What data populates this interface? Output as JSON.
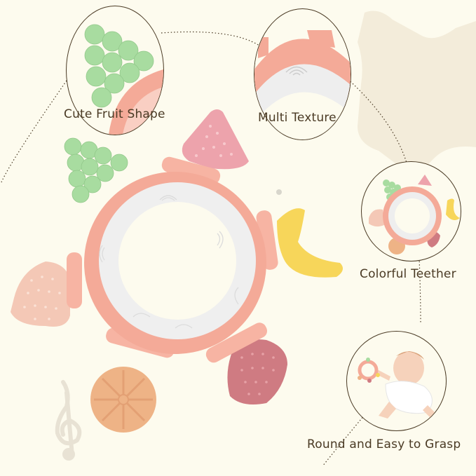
{
  "page": {
    "background_color": "#fdfbee",
    "text_color": "#4a3a24"
  },
  "features": [
    {
      "label": "Cute Fruit Shape",
      "callout_icon": "grape-closeup-icon"
    },
    {
      "label": "Multi Texture",
      "callout_icon": "ring-texture-closeup-icon"
    },
    {
      "label": "Colorful Teether",
      "callout_icon": "teether-full-view-icon"
    },
    {
      "label": "Round and Easy to Grasp",
      "callout_icon": "baby-holding-teether-icon"
    }
  ],
  "product": {
    "ring_color": "#f4aa98",
    "inner_ring_color": "#eeeeee",
    "attachments": [
      {
        "shape": "grape",
        "color": "#a8dca0"
      },
      {
        "shape": "watermelon-slice",
        "color": "#eda3ac"
      },
      {
        "shape": "banana",
        "color": "#f7d65a"
      },
      {
        "shape": "strawberry",
        "color": "#cf7b82"
      },
      {
        "shape": "orange-slice",
        "color": "#eeb386"
      },
      {
        "shape": "peach",
        "color": "#f4c8b6"
      }
    ]
  },
  "decorations": {
    "star_color": "#f3ecda",
    "treble_clef_color": "#e8e2d4"
  }
}
